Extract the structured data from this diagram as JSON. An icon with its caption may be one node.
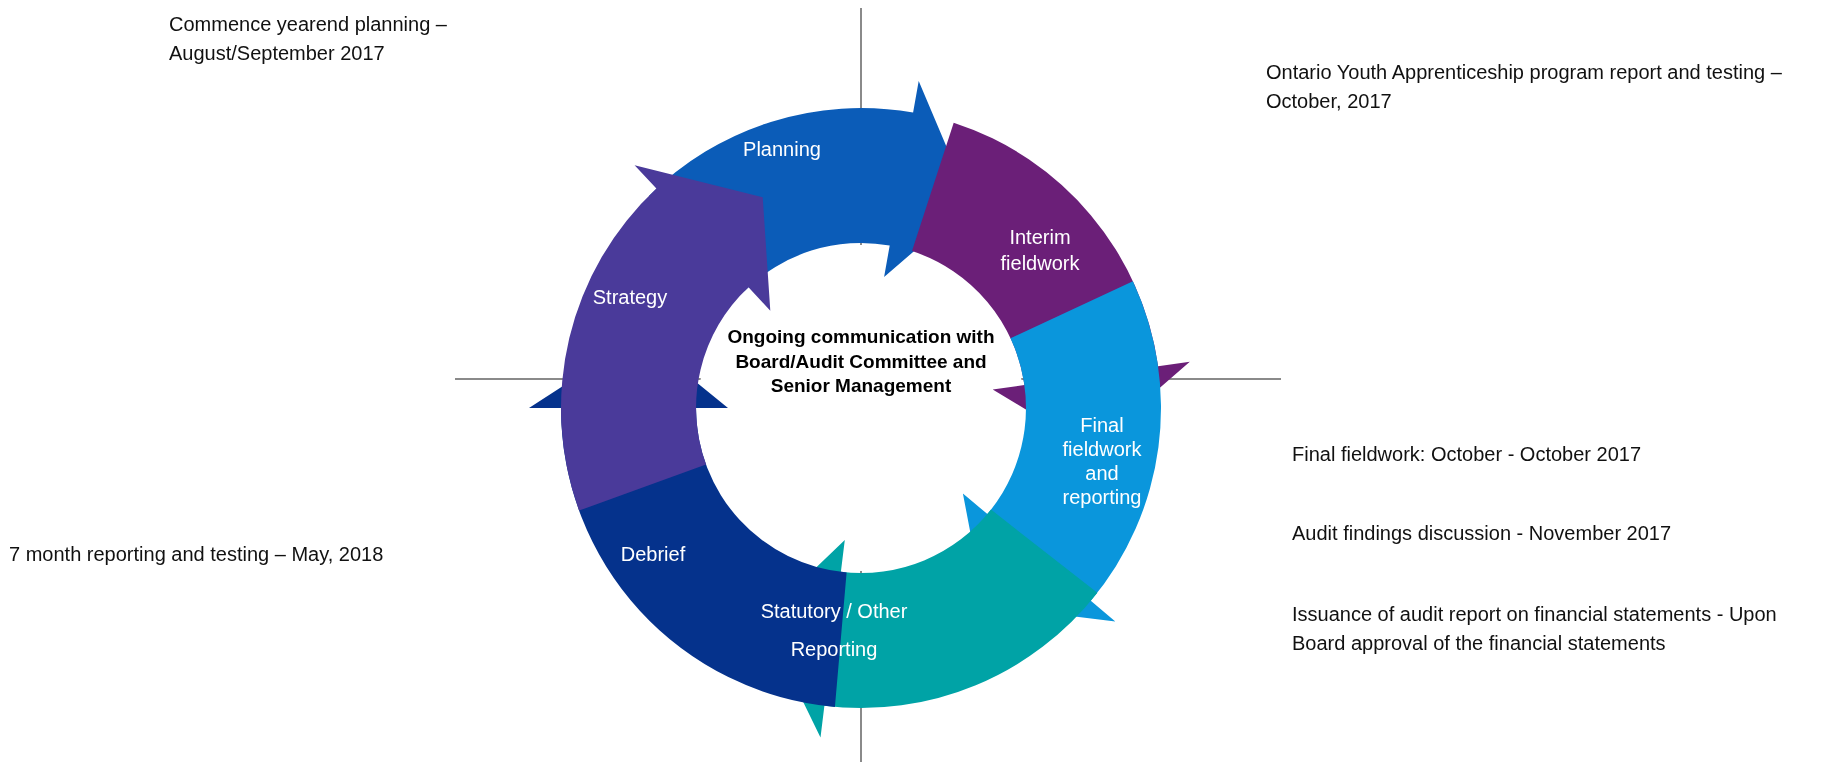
{
  "diagram": {
    "nodes": [
      {
        "text": [
          "Ongoing communication with Board/Audit Committee and Senior Management"
        ]
      },
      {
        "text": [
          "Planning"
        ]
      },
      {
        "text": [
          "Interim fieldwork"
        ]
      },
      {
        "text": [
          "Final fieldwork and reporting"
        ]
      },
      {
        "text": [
          "Statutory / Other Reporting"
        ]
      },
      {
        "text": [
          "Debrief"
        ]
      },
      {
        "text": [
          "Strategy"
        ]
      }
    ],
    "labels": [
      "Commence yearend planning – August/September 2017",
      "Ontario Youth Apprenticeship program report and testing – October, 2017",
      "Final fieldwork: October - October 2017",
      "7 month reporting and testing – May, 2018",
      "Audit findings discussion - November 2017",
      "Issuance of audit report on financial statements - Upon Board approval of the financial statements"
    ]
  }
}
